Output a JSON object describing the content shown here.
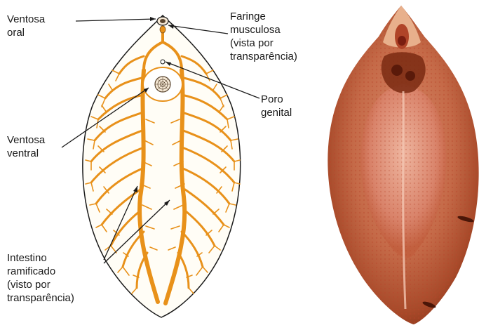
{
  "labels": {
    "oral_sucker": [
      "Ventosa",
      "oral"
    ],
    "pharynx": [
      "Faringe",
      "musculosa",
      "(vista por",
      "transparência)"
    ],
    "genital_pore": [
      "Poro",
      "genital"
    ],
    "ventral_sucker": [
      "Ventosa",
      "ventral"
    ],
    "intestine": [
      "Intestino",
      "ramificado",
      "(visto por",
      "transparência)"
    ]
  },
  "colors": {
    "gut": "#e8911a",
    "body_fill": "#fffdf6",
    "outline": "#1a1a1a",
    "photo_rim": "#9a3a1e",
    "photo_core": "#d97a5a"
  }
}
